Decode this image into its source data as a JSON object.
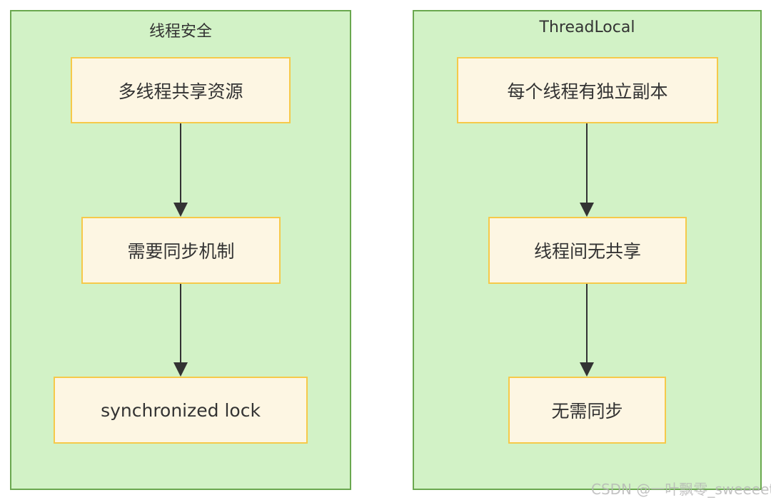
{
  "clusters": [
    {
      "title": "线程安全",
      "nodes": [
        "多线程共享资源",
        "需要同步机制",
        "synchronized lock"
      ]
    },
    {
      "title": "ThreadLocal",
      "nodes": [
        "每个线程有独立副本",
        "线程间无共享",
        "无需同步"
      ]
    }
  ],
  "colors": {
    "cluster_fill": "#d2f2c6",
    "cluster_border": "#6aa84f",
    "node_fill": "#fdf6e3",
    "node_border": "#f6c94a",
    "edge": "#333333"
  },
  "watermark": "CSDN @一叶飘零_sweeeet"
}
